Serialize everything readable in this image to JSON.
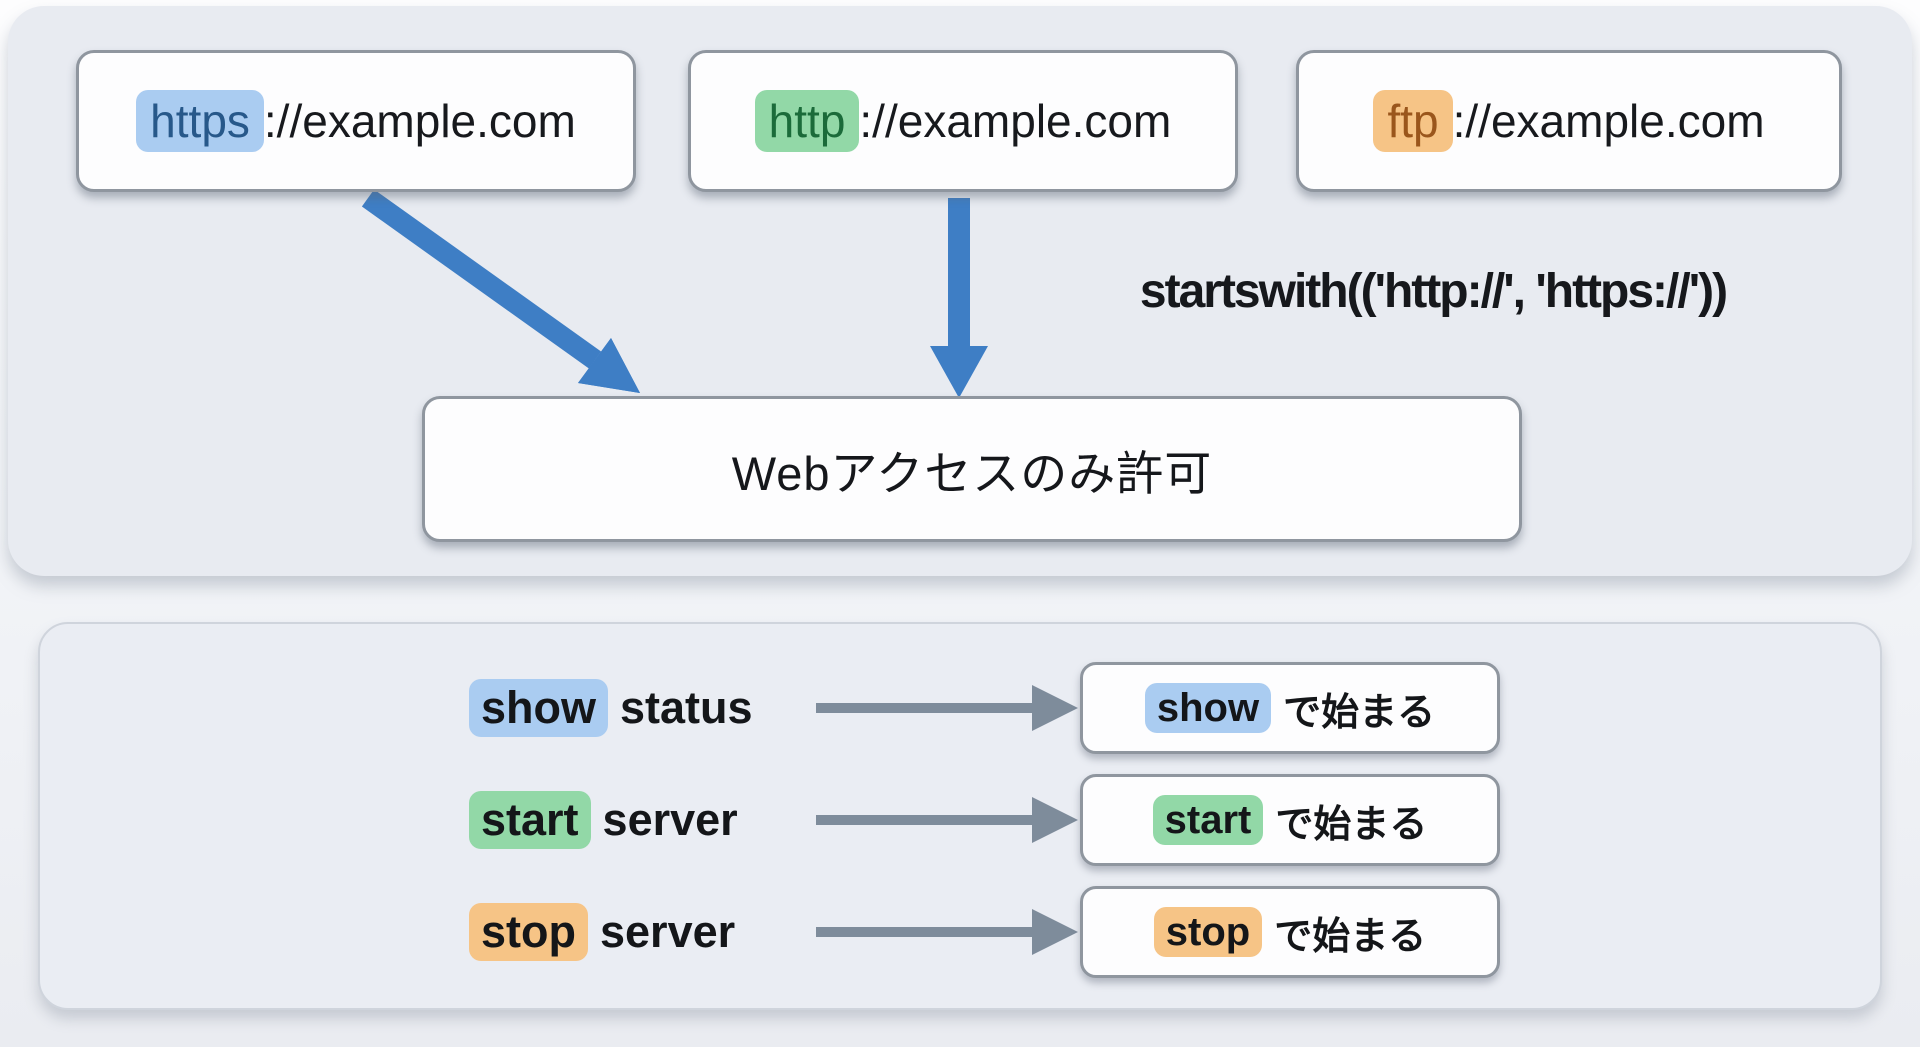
{
  "top_panel": {
    "url_cards": [
      {
        "prefix": "https",
        "rest": "://example.com"
      },
      {
        "prefix": "http",
        "rest": "://example.com"
      },
      {
        "prefix": "ftp",
        "rest": "://example.com"
      }
    ],
    "annotation": "startswith(('http://', 'https://'))",
    "result_label": "Webアクセスのみ許可"
  },
  "bottom_panel": {
    "rows": [
      {
        "keyword": "show",
        "rest": "status",
        "result_keyword": "show",
        "result_rest": "で始まる"
      },
      {
        "keyword": "start",
        "rest": "server",
        "result_keyword": "start",
        "result_rest": "で始まる"
      },
      {
        "keyword": "stop",
        "rest": "server",
        "result_keyword": "stop",
        "result_rest": "で始まる"
      }
    ]
  },
  "colors": {
    "highlight_blue_bg": "#aaccf1",
    "highlight_blue_text": "#27588a",
    "highlight_green_bg": "#92d8a7",
    "highlight_green_text": "#1b6b3a",
    "highlight_orange_bg": "#f6c486",
    "highlight_orange_text": "#9a561c",
    "arrow_blue": "#3e7ec5",
    "arrow_gray": "#7e8c9b",
    "panel_bg": "#e8ebf1",
    "card_border": "#8f969f"
  }
}
